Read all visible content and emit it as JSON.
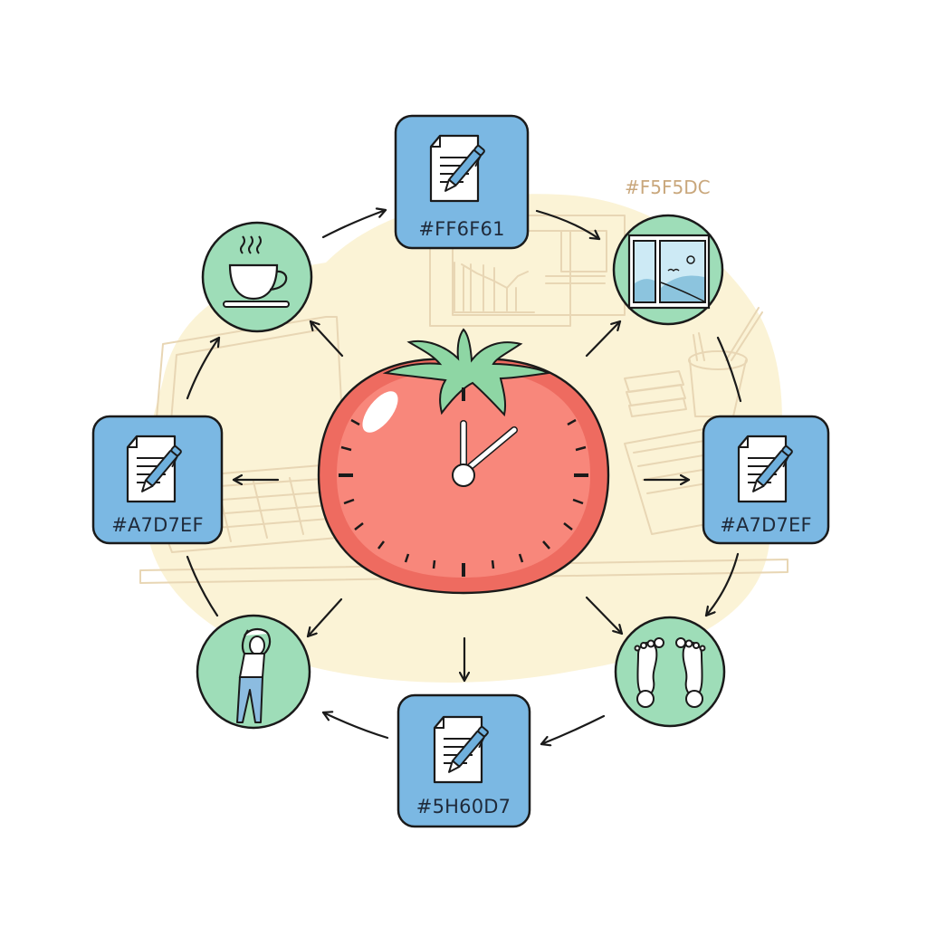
{
  "diagram": {
    "type": "cycle",
    "center": {
      "name": "tomato-timer",
      "clock": {
        "hour_hand": "12",
        "minute_hand": "~2 o'clock",
        "ticks": 20
      }
    },
    "background_label": "#F5F5DC",
    "nodes": [
      {
        "id": "work-top",
        "shape": "rounded-square",
        "icon": "document-pen-icon",
        "label": "#FF6F61",
        "position": "top"
      },
      {
        "id": "window-break",
        "shape": "circle",
        "icon": "window-landscape-icon",
        "position": "upper-right"
      },
      {
        "id": "work-right",
        "shape": "rounded-square",
        "icon": "document-pen-icon",
        "label": "#A7D7EF",
        "position": "right"
      },
      {
        "id": "walk-break",
        "shape": "circle",
        "icon": "footprints-icon",
        "position": "lower-right"
      },
      {
        "id": "work-bottom",
        "shape": "rounded-square",
        "icon": "document-pen-icon",
        "label": "#5H60D7",
        "position": "bottom"
      },
      {
        "id": "stretch-break",
        "shape": "circle",
        "icon": "stretching-person-icon",
        "position": "lower-left"
      },
      {
        "id": "work-left",
        "shape": "rounded-square",
        "icon": "document-pen-icon",
        "label": "#A7D7EF",
        "position": "left"
      },
      {
        "id": "coffee-break",
        "shape": "circle",
        "icon": "coffee-cup-icon",
        "position": "upper-left"
      }
    ],
    "edges": [
      {
        "from": "coffee-break",
        "to": "work-top"
      },
      {
        "from": "work-top",
        "to": "window-break"
      },
      {
        "from": "window-break",
        "to": "work-right"
      },
      {
        "from": "work-right",
        "to": "walk-break"
      },
      {
        "from": "walk-break",
        "to": "work-bottom"
      },
      {
        "from": "work-bottom",
        "to": "stretch-break"
      },
      {
        "from": "stretch-break",
        "to": "work-left"
      },
      {
        "from": "work-left",
        "to": "coffee-break"
      },
      {
        "from": "tomato-timer",
        "to": "coffee-break"
      },
      {
        "from": "tomato-timer",
        "to": "window-break"
      },
      {
        "from": "tomato-timer",
        "to": "work-left"
      },
      {
        "from": "tomato-timer",
        "to": "work-right"
      },
      {
        "from": "tomato-timer",
        "to": "stretch-break"
      },
      {
        "from": "tomato-timer",
        "to": "walk-break"
      },
      {
        "from": "tomato-timer",
        "to": "work-bottom"
      }
    ]
  },
  "colors": {
    "work_box_fill": "#7BB8E3",
    "break_circle_fill": "#9EDDB8",
    "tomato_outer": "#EE6B60",
    "tomato_inner": "#F8877B",
    "leaf_green": "#8ED6A4",
    "background_blob": "#FBF3D6",
    "sketch_lines": "#E8D6B4",
    "bg_label_color": "#C9A77C"
  }
}
